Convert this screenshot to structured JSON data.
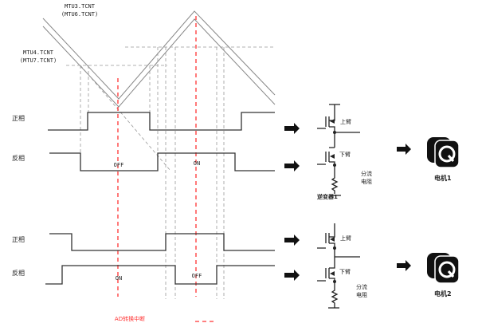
{
  "counters": {
    "upper": "MTU3.TCNT",
    "upper_alt": "(MTU6.TCNT)",
    "lower": "MTU4.TCNT",
    "lower_alt": "(MTU7.TCNT)"
  },
  "group1": {
    "positive_label": "正相",
    "negative_label": "反相",
    "state_left": "OFF",
    "state_right": "ON"
  },
  "group2": {
    "positive_label": "正相",
    "negative_label": "反相",
    "state_left": "ON",
    "state_right": "OFF"
  },
  "circuit1": {
    "upper_arm": "上臂",
    "lower_arm": "下臂",
    "shunt_line1": "分流",
    "shunt_line2": "电阻",
    "inverter": "逆变器1",
    "motor": "电机1"
  },
  "circuit2": {
    "upper_arm": "上臂",
    "lower_arm": "下臂",
    "shunt_line1": "分流",
    "shunt_line2": "电阻",
    "motor": "电机2"
  },
  "legend": {
    "ad_interrupt": "AD转换中断"
  },
  "colors": {
    "interrupt": "#ff3333",
    "signal": "#333333",
    "guide": "#999999"
  }
}
